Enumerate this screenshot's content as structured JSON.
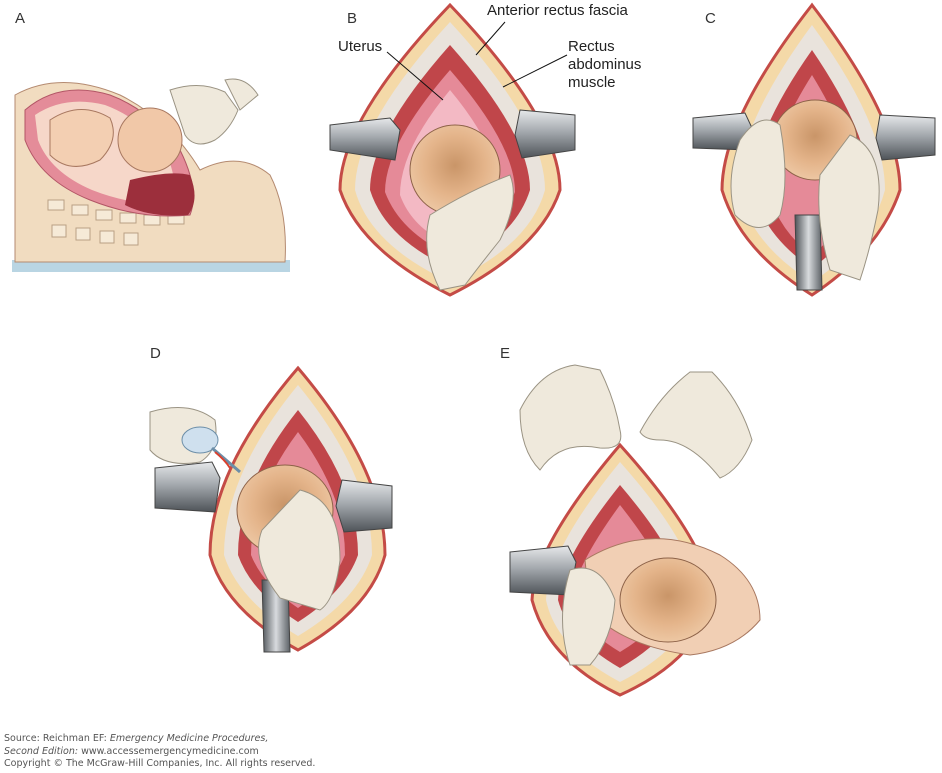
{
  "panels": {
    "a": "A",
    "b": "B",
    "c": "C",
    "d": "D",
    "e": "E"
  },
  "labels": {
    "uterus": "Uterus",
    "anterior_rectus_fascia": "Anterior rectus fascia",
    "rectus_line1": "Rectus",
    "rectus_line2": "abdominus",
    "rectus_line3": "muscle"
  },
  "source": {
    "prefix": "Source: Reichman EF: ",
    "title": "Emergency Medicine Procedures,",
    "edition": "Second Edition:",
    "url": " www.accessemergencymedicine.com",
    "copyright": "Copyright © The McGraw-Hill Companies, Inc. All rights reserved."
  },
  "colors": {
    "skin": "#f4d9a8",
    "fascia": "#e9e3dc",
    "muscle": "#c0464a",
    "uterus_wall": "#e58a98",
    "cavity": "#f3b9c4",
    "head": "#e6b488",
    "glove": "#efe9dc",
    "retractor": "#8a8f94"
  }
}
